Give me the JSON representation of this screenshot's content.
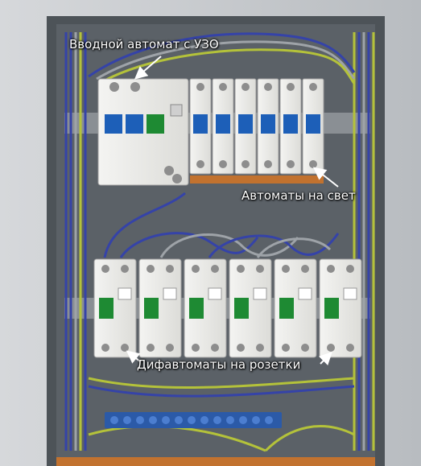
{
  "labels": {
    "input_breaker": "Вводной автомат с УЗО",
    "light_breakers": "Автоматы на свет",
    "socket_rcbo": "Дифавтоматы на розетки"
  },
  "colors": {
    "panel": "#c9ccd0",
    "cabinet_interior": "#4d5358",
    "wire_blue": "#3543a8",
    "wire_gray": "#9ea3a8",
    "wire_yellow_green": "#b4c23a",
    "lever_blue": "#1d5fb8",
    "lever_green": "#1e8a33",
    "terminal_blue": "#2b5aa8",
    "terminal_bar": "#c2722f"
  },
  "icons": [
    "arrow-icon"
  ]
}
